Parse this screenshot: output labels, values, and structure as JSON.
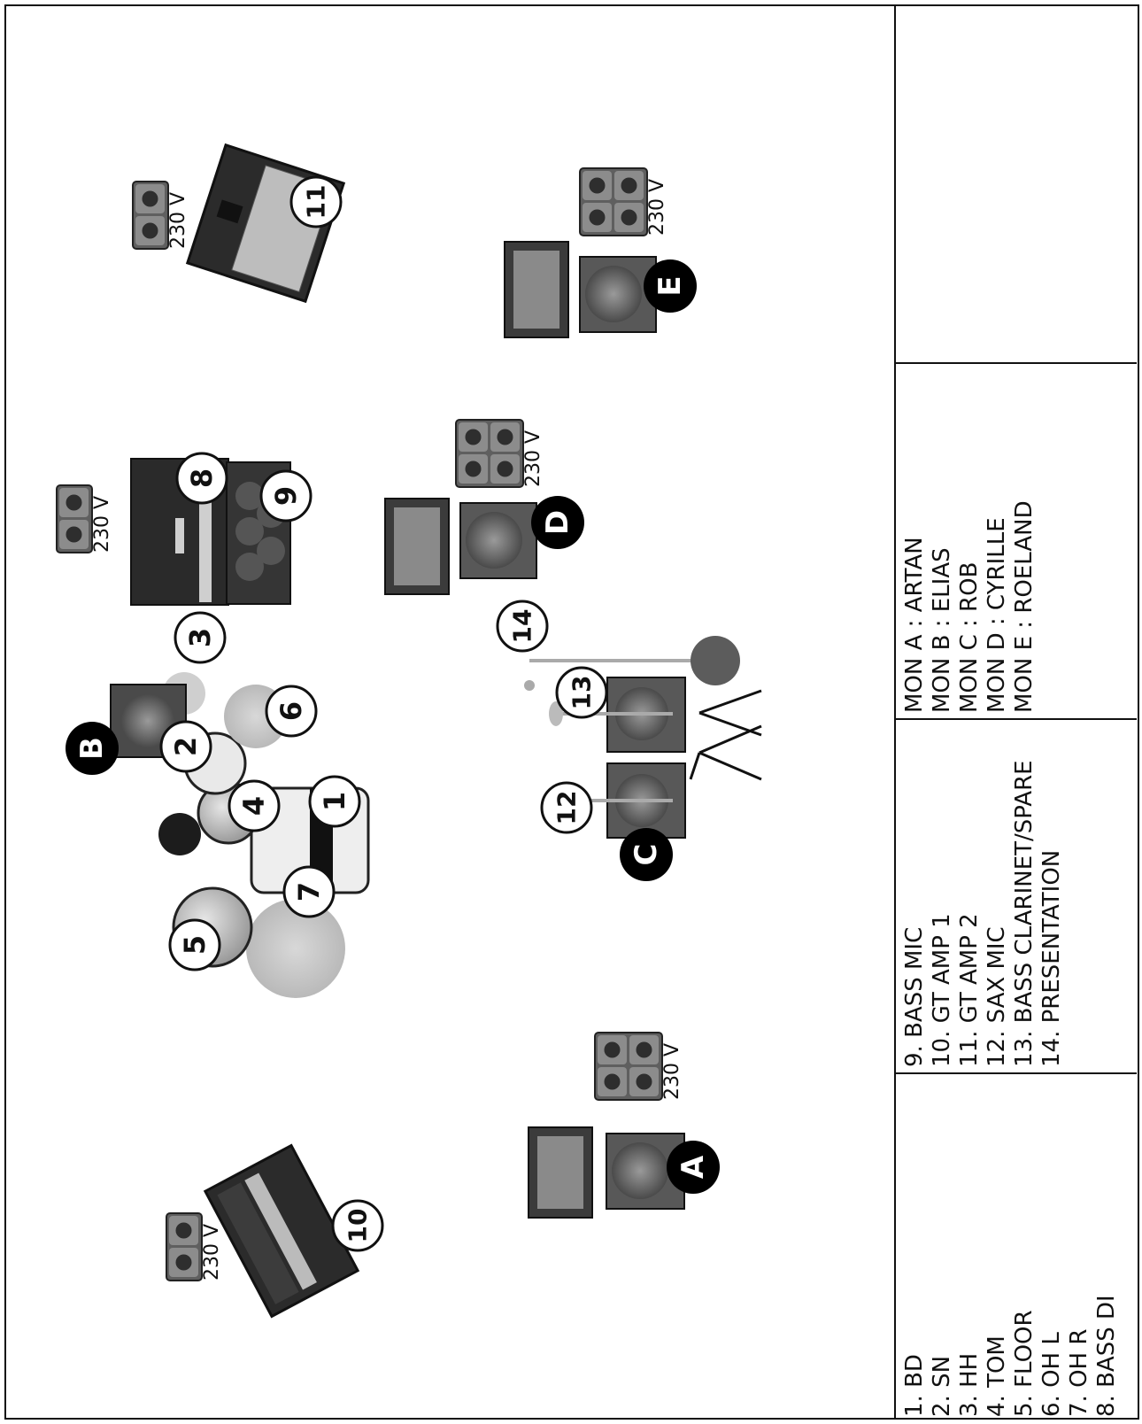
{
  "legend": {
    "col1": [
      "1. BD",
      "2. SN",
      "3. HH",
      "4. TOM",
      "5. FLOOR",
      "6. OH L",
      "7. OH R",
      "8. BASS DI"
    ],
    "col2": [
      "9. BASS MIC",
      "10. GT AMP 1",
      "11. GT AMP 2",
      "12. SAX MIC",
      "13. BASS CLARINET/SPARE",
      "14. PRESENTATION"
    ],
    "col3": [
      "MON A : ARTAN",
      "MON B : ELIAS",
      "MON C : ROB",
      "MON D : CYRILLE",
      "MON E : ROELAND"
    ]
  },
  "power_label": "230 V",
  "inputs": [
    "1",
    "2",
    "3",
    "4",
    "5",
    "6",
    "7",
    "8",
    "9",
    "10",
    "11",
    "12",
    "13",
    "14"
  ],
  "monitors": [
    "A",
    "B",
    "C",
    "D",
    "E"
  ],
  "colors": {
    "line": "#111111",
    "badge_fill": "#000000",
    "badge_text": "#ffffff",
    "socket": "#6f6f6f",
    "dark_gear": "#2a2a2a"
  }
}
